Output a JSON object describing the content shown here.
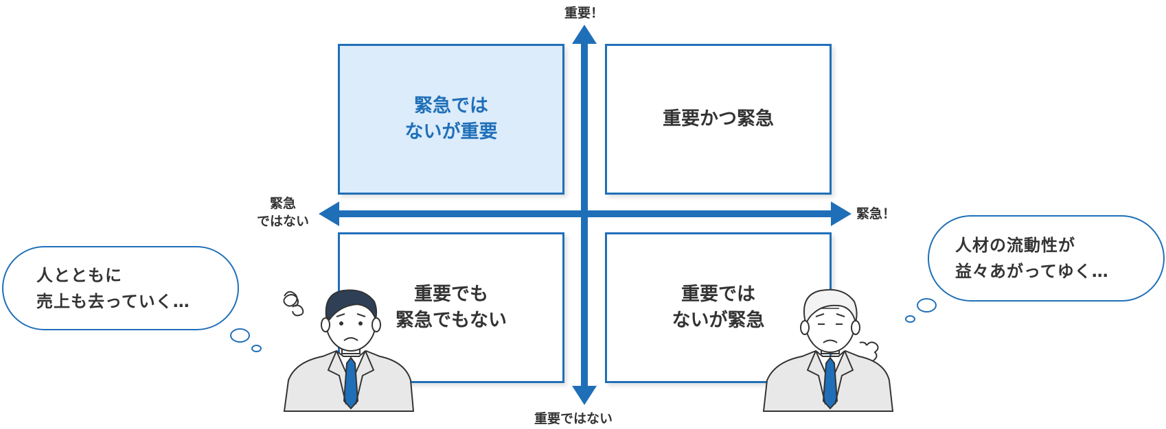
{
  "axes": {
    "top": "重要！",
    "bottom": "重要ではない",
    "left_line1": "緊急",
    "left_line2": "ではない",
    "right": "緊急！"
  },
  "quadrants": {
    "top_left": {
      "line1": "緊急では",
      "line2": "ないが重要"
    },
    "top_right": {
      "line1": "重要かつ緊急"
    },
    "bottom_left": {
      "line1": "重要でも",
      "line2": "緊急でもない"
    },
    "bottom_right": {
      "line1": "重要では",
      "line2": "ないが緊急"
    }
  },
  "bubbles": {
    "left": {
      "line1": "人とともに",
      "line2": "売上も去っていく…"
    },
    "right": {
      "line1": "人材の流動性が",
      "line2": "益々あがってゆく…"
    }
  },
  "colors": {
    "accent": "#1f6fb8",
    "highlight_fill": "#dcecfb",
    "text": "#333333"
  }
}
